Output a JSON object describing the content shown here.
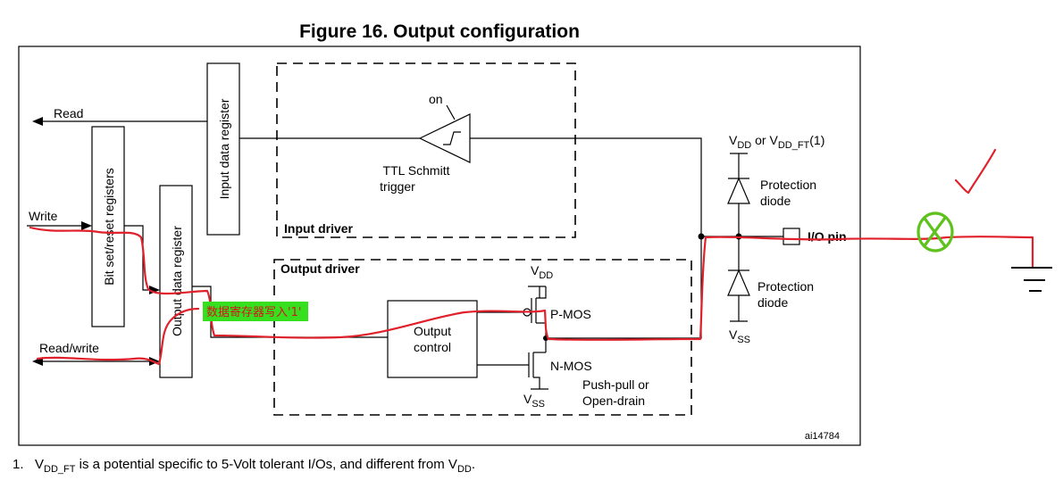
{
  "figure": {
    "title": "Figure 16. Output configuration",
    "id_code": "ai14784"
  },
  "signals": {
    "read": "Read",
    "write": "Write",
    "read_write": "Read/write"
  },
  "blocks": {
    "input_data_register": "Input data register",
    "bit_set_reset_registers": "Bit set/reset registers",
    "output_data_register": "Output data register",
    "output_control_line1": "Output",
    "output_control_line2": "control"
  },
  "input_driver": {
    "label": "Input driver",
    "on_label": "on",
    "schmitt_line1": "TTL Schmitt",
    "schmitt_line2": "trigger"
  },
  "output_driver": {
    "label": "Output driver",
    "vdd_main": "V",
    "vdd_sub": "DD",
    "vss_main": "V",
    "vss_sub": "SS",
    "pmos": "P-MOS",
    "nmos": "N-MOS",
    "mode_line1": "Push-pull or",
    "mode_line2": "Open-drain"
  },
  "protection": {
    "top_supply_v1": "V",
    "top_supply_sub1": "DD",
    "top_supply_or": " or V",
    "top_supply_sub2": "DD_FT",
    "top_supply_ref": "(1)",
    "diode_line1": "Protection",
    "diode_line2": "diode",
    "bottom_supply_main": "V",
    "bottom_supply_sub": "SS",
    "io_pin": "I/O pin"
  },
  "annotation": {
    "chinese_note": "数据寄存器写入'1'",
    "note_bg": "#36e01e",
    "note_color": "#d4141e",
    "pen_red": "#e0202a",
    "pen_green": "#5ec21d"
  },
  "footnote": {
    "number": "1.",
    "v1": "V",
    "sub1": "DD_FT",
    "text": " is a potential specific to 5-Volt tolerant I/Os, and different from V",
    "sub2": "DD",
    "end": "."
  }
}
